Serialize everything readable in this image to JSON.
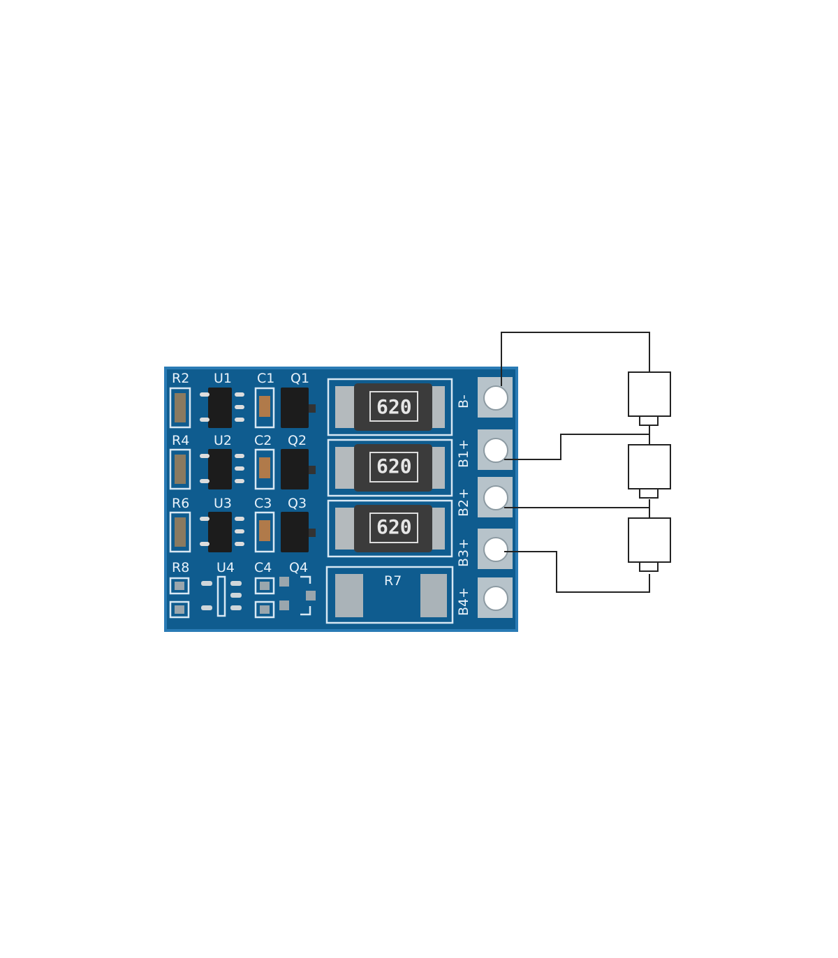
{
  "board": {
    "color": "#0f5c8f",
    "component_labels": {
      "r2": "R2",
      "u1": "U1",
      "c1": "C1",
      "q1": "Q1",
      "r4": "R4",
      "u2": "U2",
      "c2": "C2",
      "q2": "Q2",
      "r6": "R6",
      "u3": "U3",
      "c3": "C3",
      "q3": "Q3",
      "r8": "R8",
      "u4": "U4",
      "c4": "C4",
      "q4": "Q4",
      "r7": "R7"
    },
    "resistor_markings": [
      "620",
      "620",
      "620"
    ],
    "terminals": [
      "B-",
      "B1+",
      "B2+",
      "B3+",
      "B4+"
    ]
  },
  "diagram": {
    "cells": 3,
    "wire_color": "#222222"
  }
}
